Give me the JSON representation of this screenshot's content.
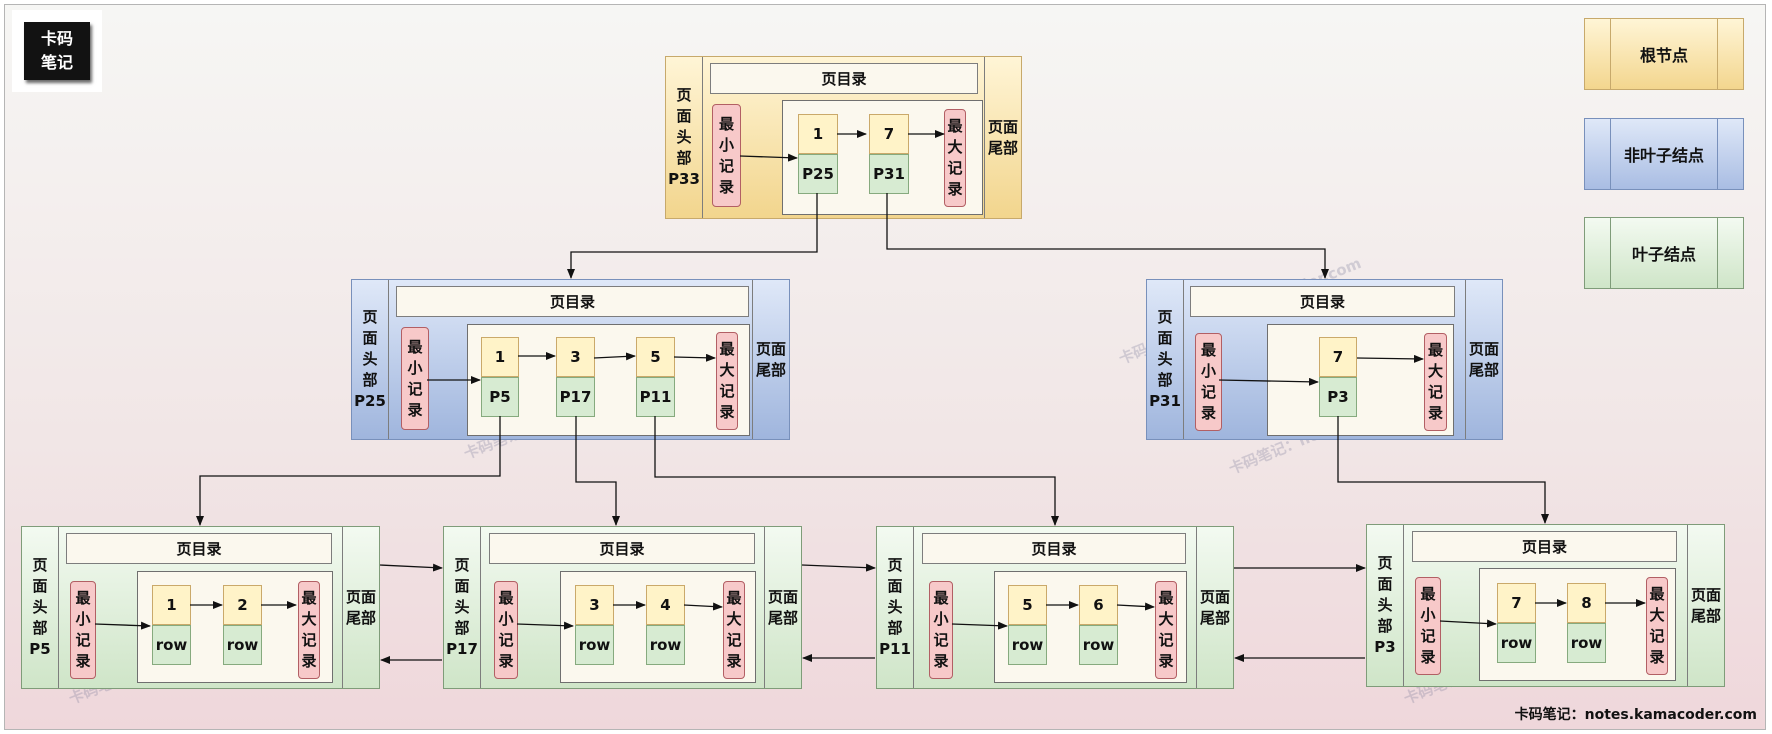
{
  "logo": {
    "line1": "卡码",
    "line2": "笔记"
  },
  "legend": {
    "root_label": "根节点",
    "root_color": "#f3d68e",
    "nonleaf_label": "非叶子结点",
    "nonleaf_color": "#a9bde3",
    "leaf_label": "叶子结点",
    "leaf_color": "#d7ebd2"
  },
  "common": {
    "page_directory": "页目录",
    "page_tail": "页面\n尾部",
    "min_record": "最\n小\n记\n录",
    "max_record": "最\n大\n记\n录"
  },
  "pages": {
    "p33": {
      "header": "页\n面\n头\n部\nP33",
      "keys": [
        {
          "key": "1",
          "ptr": "P25"
        },
        {
          "key": "7",
          "ptr": "P31"
        }
      ]
    },
    "p25": {
      "header": "页\n面\n头\n部\nP25",
      "keys": [
        {
          "key": "1",
          "ptr": "P5"
        },
        {
          "key": "3",
          "ptr": "P17"
        },
        {
          "key": "5",
          "ptr": "P11"
        }
      ]
    },
    "p31": {
      "header": "页\n面\n头\n部\nP31",
      "keys": [
        {
          "key": "7",
          "ptr": "P3"
        }
      ]
    },
    "p5": {
      "header": "页\n面\n头\n部\nP5",
      "keys": [
        {
          "key": "1",
          "ptr": "row"
        },
        {
          "key": "2",
          "ptr": "row"
        }
      ]
    },
    "p17": {
      "header": "页\n面\n头\n部\nP17",
      "keys": [
        {
          "key": "3",
          "ptr": "row"
        },
        {
          "key": "4",
          "ptr": "row"
        }
      ]
    },
    "p11": {
      "header": "页\n面\n头\n部\nP11",
      "keys": [
        {
          "key": "5",
          "ptr": "row"
        },
        {
          "key": "6",
          "ptr": "row"
        }
      ]
    },
    "p3": {
      "header": "页\n面\n头\n部\nP3",
      "keys": [
        {
          "key": "7",
          "ptr": "row"
        },
        {
          "key": "8",
          "ptr": "row"
        }
      ]
    }
  },
  "watermark": "卡码笔记：notes.kamacoder.com",
  "footer": "卡码笔记：notes.kamacoder.com"
}
